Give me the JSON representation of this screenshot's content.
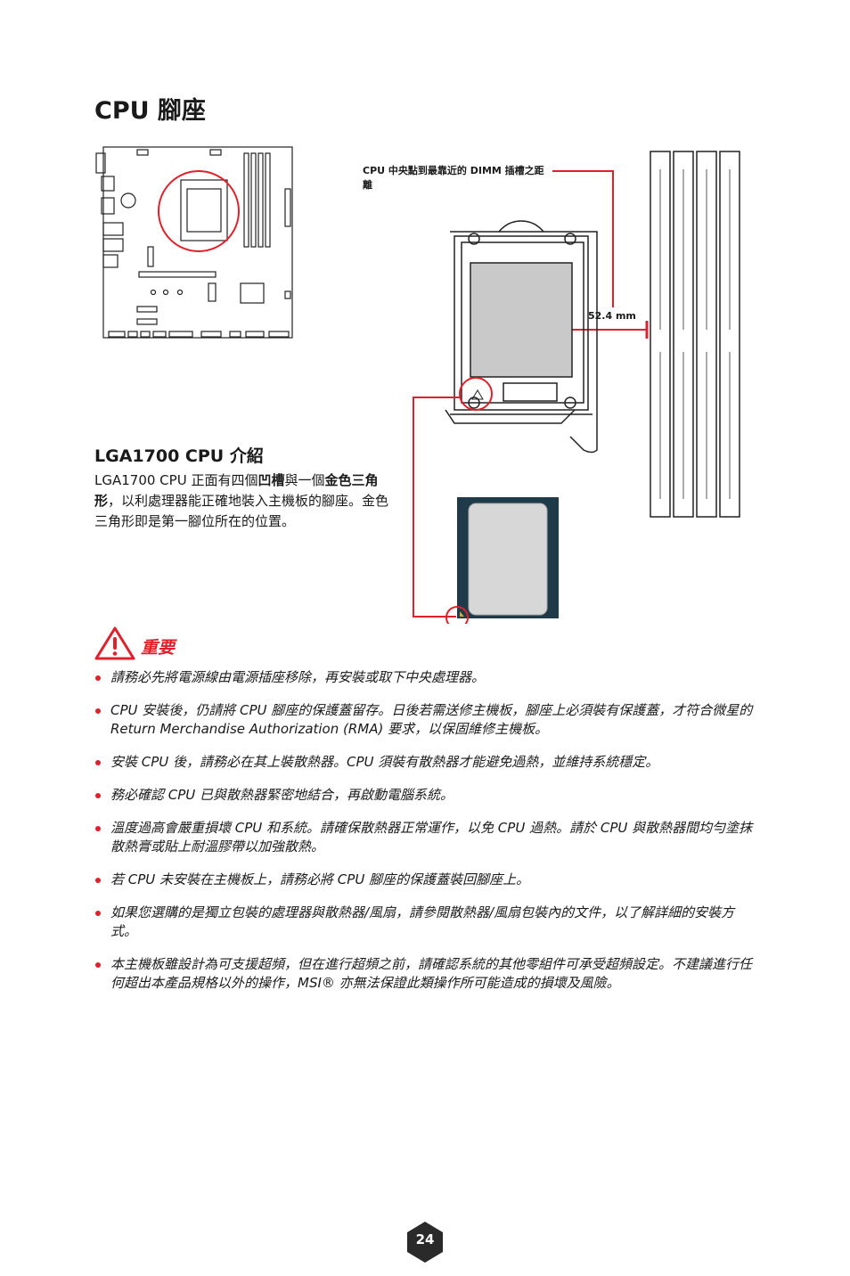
{
  "page": {
    "title": "CPU 腳座",
    "number": "24"
  },
  "diagram": {
    "dimm_callout": "CPU 中央點到最靠近的 DIMM 插槽之距離",
    "distance": "52.4 mm"
  },
  "lga": {
    "heading": "LGA1700 CPU 介紹",
    "body_pre": "LGA1700 CPU 正面有四個",
    "body_bold1": "凹槽",
    "body_mid": "與一個",
    "body_bold2": "金色三角形",
    "body_post": "，以利處理器能正確地裝入主機板的腳座。金色三角形即是第一腳位所在的位置。"
  },
  "important": {
    "label": "重要",
    "notes": [
      "請務必先將電源線由電源插座移除，再安裝或取下中央處理器。",
      "CPU 安裝後，仍請將 CPU 腳座的保護蓋留存。日後若需送修主機板，腳座上必須裝有保護蓋，才符合微星的 Return Merchandise Authorization (RMA) 要求，以保固維修主機板。",
      "安裝 CPU 後，請務必在其上裝散熱器。CPU 須裝有散熱器才能避免過熱，並維持系統穩定。",
      "務必確認 CPU 已與散熱器緊密地結合，再啟動電腦系統。",
      "溫度過高會嚴重損壞 CPU 和系統。請確保散熱器正常運作，以免 CPU 過熱。請於 CPU 與散熱器間均勻塗抹散熱膏或貼上耐溫膠帶以加強散熱。",
      "若 CPU 未安裝在主機板上，請務必將 CPU 腳座的保護蓋裝回腳座上。",
      "如果您選購的是獨立包裝的處理器與散熱器/風扇，請參閱散熱器/風扇包裝內的文件，以了解詳細的安裝方式。",
      "本主機板雖設計為可支援超頻，但在進行超頻之前，請確認系統的其他零組件可承受超頻設定。不建議進行任何超出本產品規格以外的操作，MSI® 亦無法保證此類操作所可能造成的損壞及風險。"
    ]
  },
  "colors": {
    "accent": "#e0202a",
    "socket_fill": "#c9c9c9",
    "cpu_substrate": "#1f3b4a",
    "badge": "#2a2a2a"
  }
}
